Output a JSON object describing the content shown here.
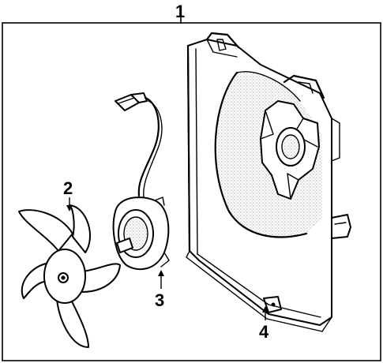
{
  "callouts": {
    "one": "1",
    "two": "2",
    "three": "3",
    "four": "4"
  },
  "colors": {
    "ink": "#000000",
    "paper": "#ffffff"
  }
}
